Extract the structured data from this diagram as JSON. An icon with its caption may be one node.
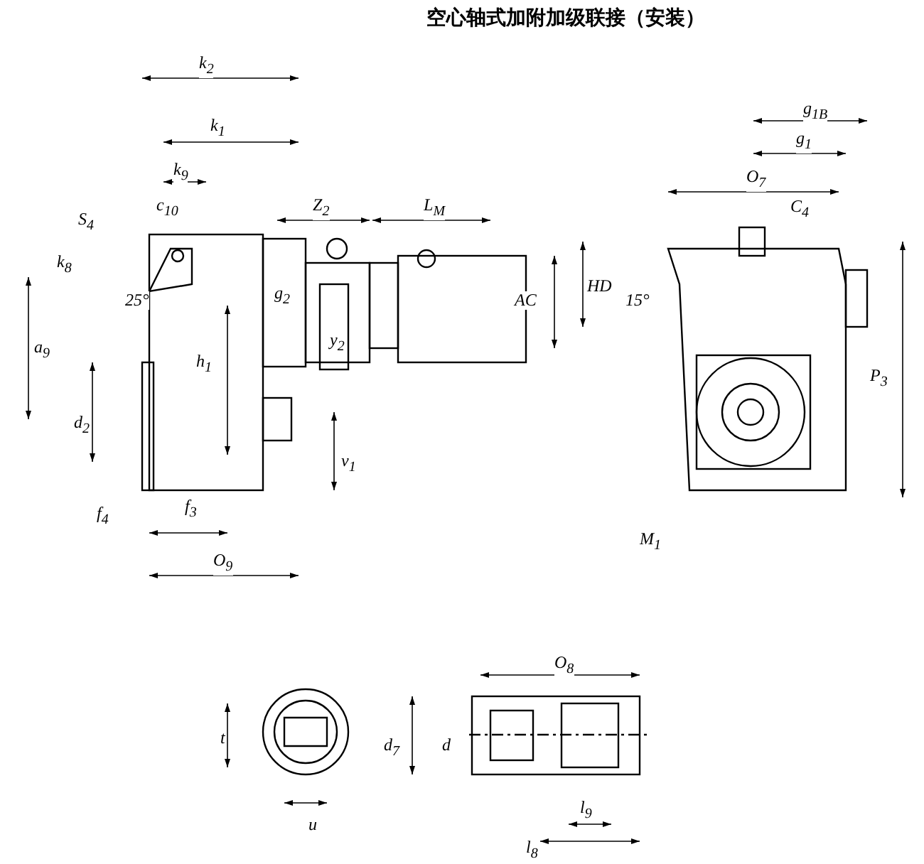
{
  "diagram": {
    "title": "空心轴式加附加级联接（安装）",
    "labels": [
      "k$_{2}$",
      "k$_{1}$",
      "k$_{9}$",
      "c$_{10}$",
      "S$_{4}$",
      "k$_{8}$",
      "25°",
      "a$_{9}$",
      "Z$_{2}$",
      "L$_{M}$",
      "g$_{2}$",
      "HD",
      "AC",
      "h$_{1}$",
      "y$_{2}$",
      "d$_{2}$",
      "v$_{1}$",
      "f$_{4}$",
      "f$_{3}$",
      "O$_{9}$",
      "g$_{1B}$",
      "g$_{1}$",
      "O$_{7}$",
      "C$_{4}$",
      "15°",
      "P$_{3}$",
      "M$_{1}$",
      "t",
      "u",
      "O$_{8}$",
      "d$_{7}$",
      "d",
      "l$_{9}$",
      "l$_{8}$"
    ]
  }
}
